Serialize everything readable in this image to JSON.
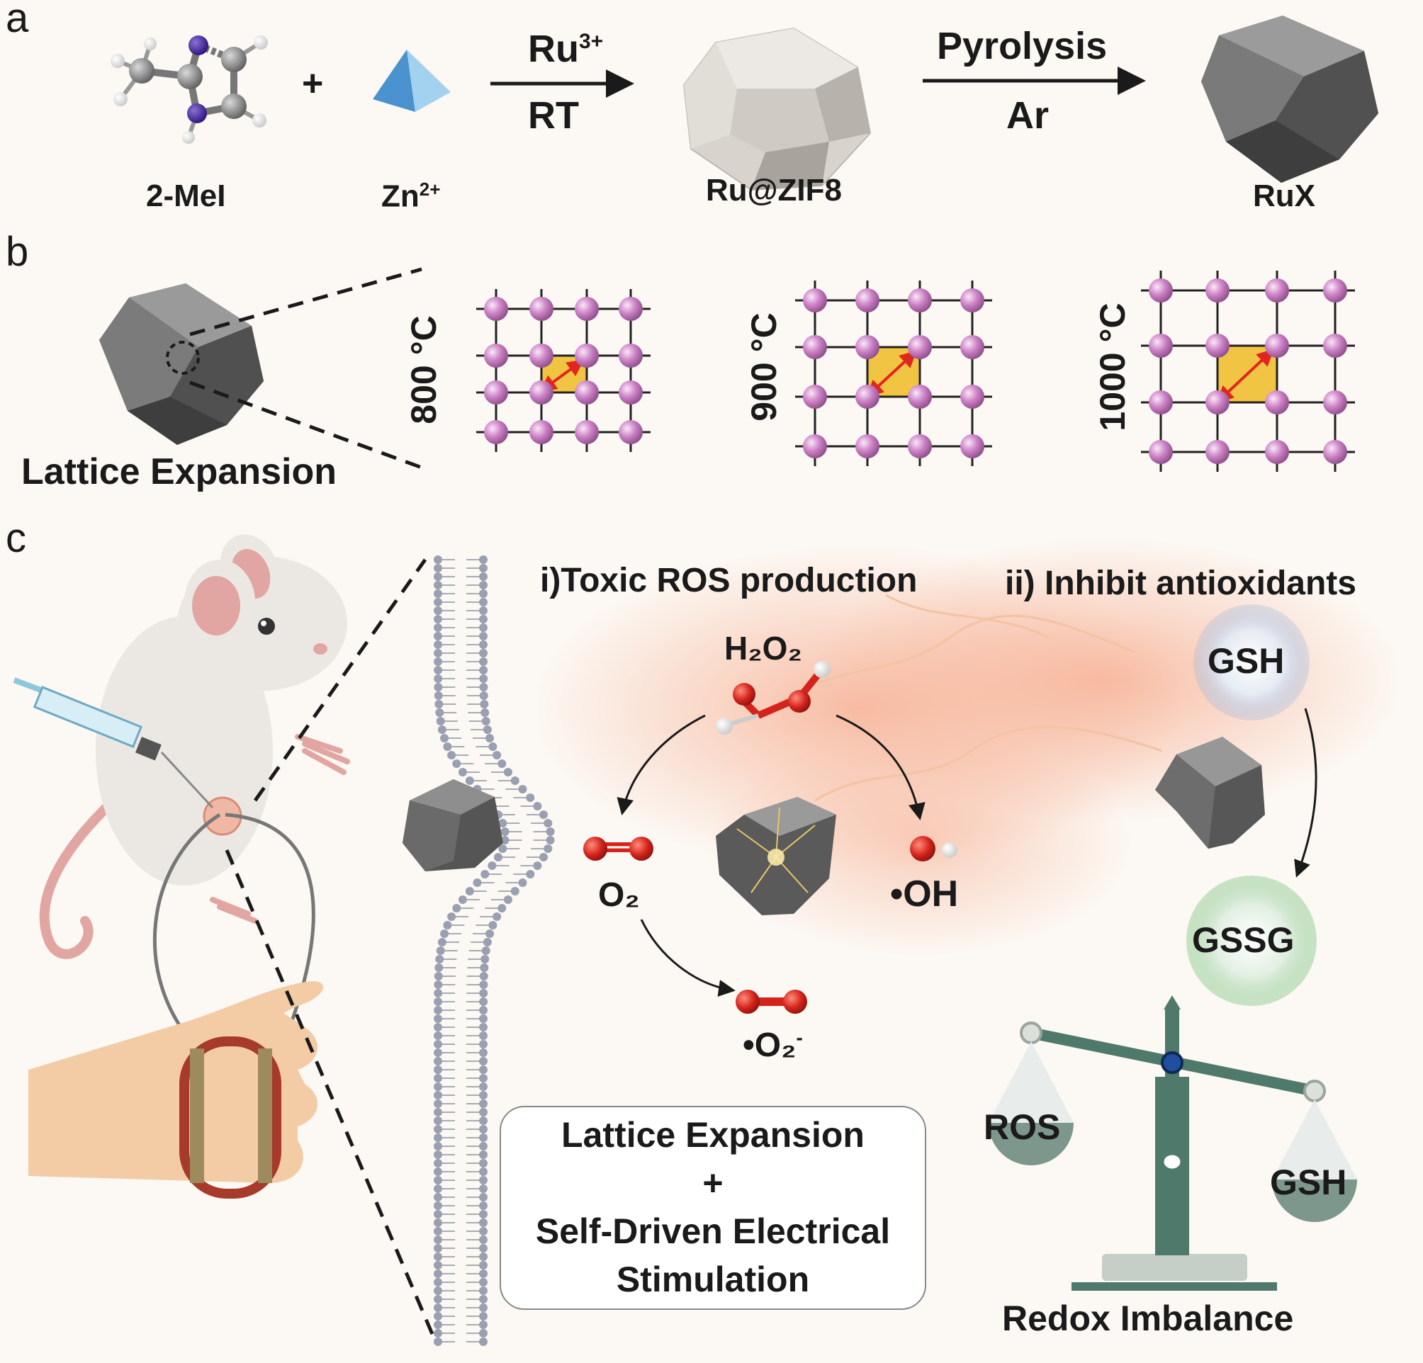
{
  "panels": {
    "a": "a",
    "b": "b",
    "c": "c"
  },
  "panel_a": {
    "plus": "+",
    "ligand": "2-MeI",
    "metal_base": "Zn",
    "metal_sup": "2+",
    "arrow1_top_base": "Ru",
    "arrow1_top_sup": "3+",
    "arrow1_bottom": "RT",
    "intermediate": "Ru@ZIF8",
    "arrow2_top": "Pyrolysis",
    "arrow2_bottom": "Ar",
    "product": "RuX"
  },
  "panel_b": {
    "title": "Lattice Expansion",
    "temperatures": [
      "800 °C",
      "900 °C",
      "1000 °C"
    ]
  },
  "panel_c": {
    "section_i": "i)Toxic ROS production",
    "section_ii": "ii) Inhibit antioxidants",
    "h2o2": "H₂O₂",
    "o2": "O₂",
    "oh": "•OH",
    "superoxide_base": "•O₂",
    "superoxide_sup": "-",
    "gsh": "GSH",
    "gssg": "GSSG",
    "box_line1": "Lattice Expansion",
    "box_line2": "+",
    "box_line3": "Self-Driven Electrical",
    "box_line4": "Stimulation",
    "scale_left": "ROS",
    "scale_right": "GSH",
    "scale_title": "Redox Imbalance"
  },
  "colors": {
    "background": "#fcf8f3",
    "lattice_atom": "#c77ec0",
    "lattice_cell": "#f2c443",
    "expansion_arrow": "#e0261f",
    "oxygen": "#d4231b",
    "gsh_glow": "#9fb6dc",
    "gssg_glow": "#88c98b",
    "scale": "#4f7a6b",
    "glow": "#f6a98a"
  }
}
